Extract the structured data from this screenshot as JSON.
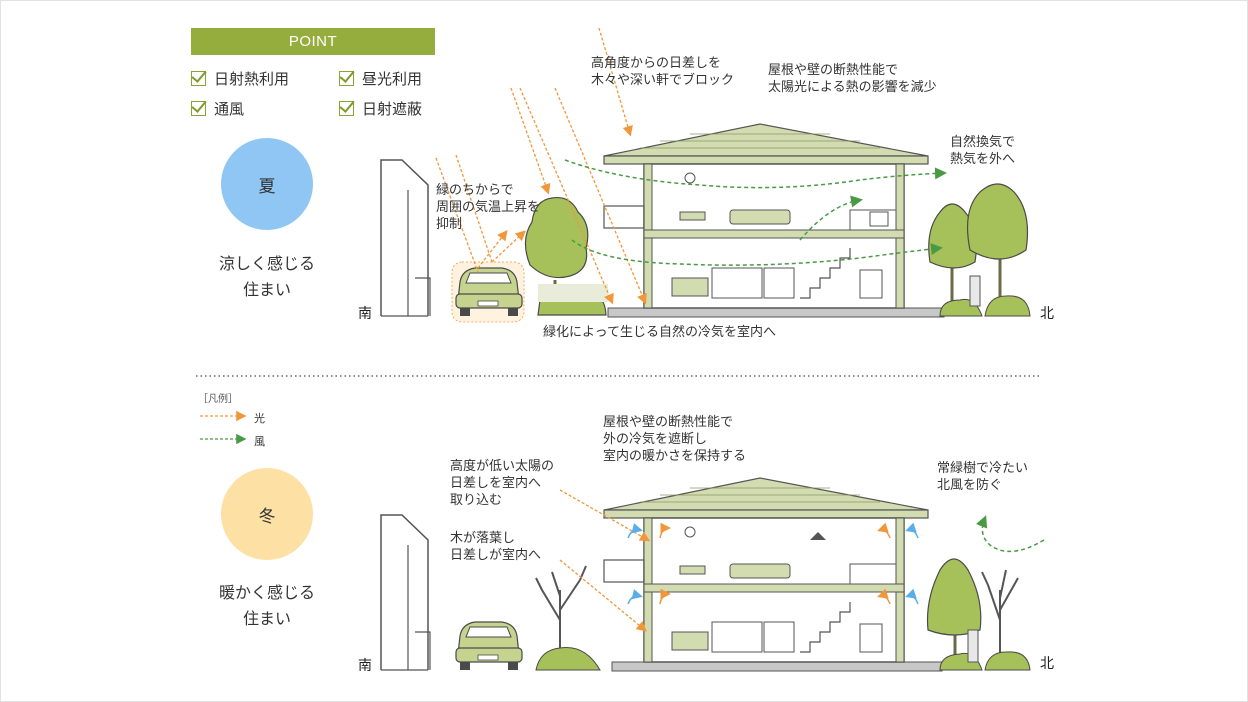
{
  "point": {
    "title": "POINT",
    "items": [
      "日射熱利用",
      "昼光利用",
      "通風",
      "日射遮蔽"
    ]
  },
  "summer": {
    "season": "夏",
    "feeling": "涼しく感じる\n住まい",
    "south": "南",
    "north": "北",
    "notes": {
      "shade": "高角度からの日差しを\n木々や深い軒でブロック",
      "insulation": "屋根や壁の断熱性能で\n太陽光による熱の影響を減少",
      "green_left": "緑のちからで\n周囲の気温上昇を\n抑制",
      "ventilation": "自然換気で\n熱気を外へ",
      "cool_air": "緑化によって生じる自然の冷気を室内へ"
    }
  },
  "legend": {
    "title": "［凡例］",
    "light": "光",
    "wind": "風"
  },
  "winter": {
    "season": "冬",
    "feeling": "暖かく感じる\n住まい",
    "south": "南",
    "north": "北",
    "notes": {
      "insulation": "屋根や壁の断熱性能で\n外の冷気を遮断し\n室内の暖かさを保持する",
      "low_sun": "高度が低い太陽の\n日差しを室内へ\n取り込む",
      "leaves": "木が落葉し\n日差しが室内へ",
      "evergreen": "常緑樹で冷たい\n北風を防ぐ"
    }
  },
  "colors": {
    "accent": "#95ad3c",
    "summer_circle": "#8fc6f3",
    "winter_circle": "#fde0a4",
    "light_arrow": "#f2963a",
    "wind_arrow": "#4a9a45",
    "tree": "#a6c15a",
    "roof": "#d3dbb1",
    "wall_line": "#555555"
  },
  "icons": [
    "check-icon",
    "light-arrow-icon",
    "wind-arrow-icon",
    "car-icon",
    "tree-icon",
    "house-icon"
  ]
}
